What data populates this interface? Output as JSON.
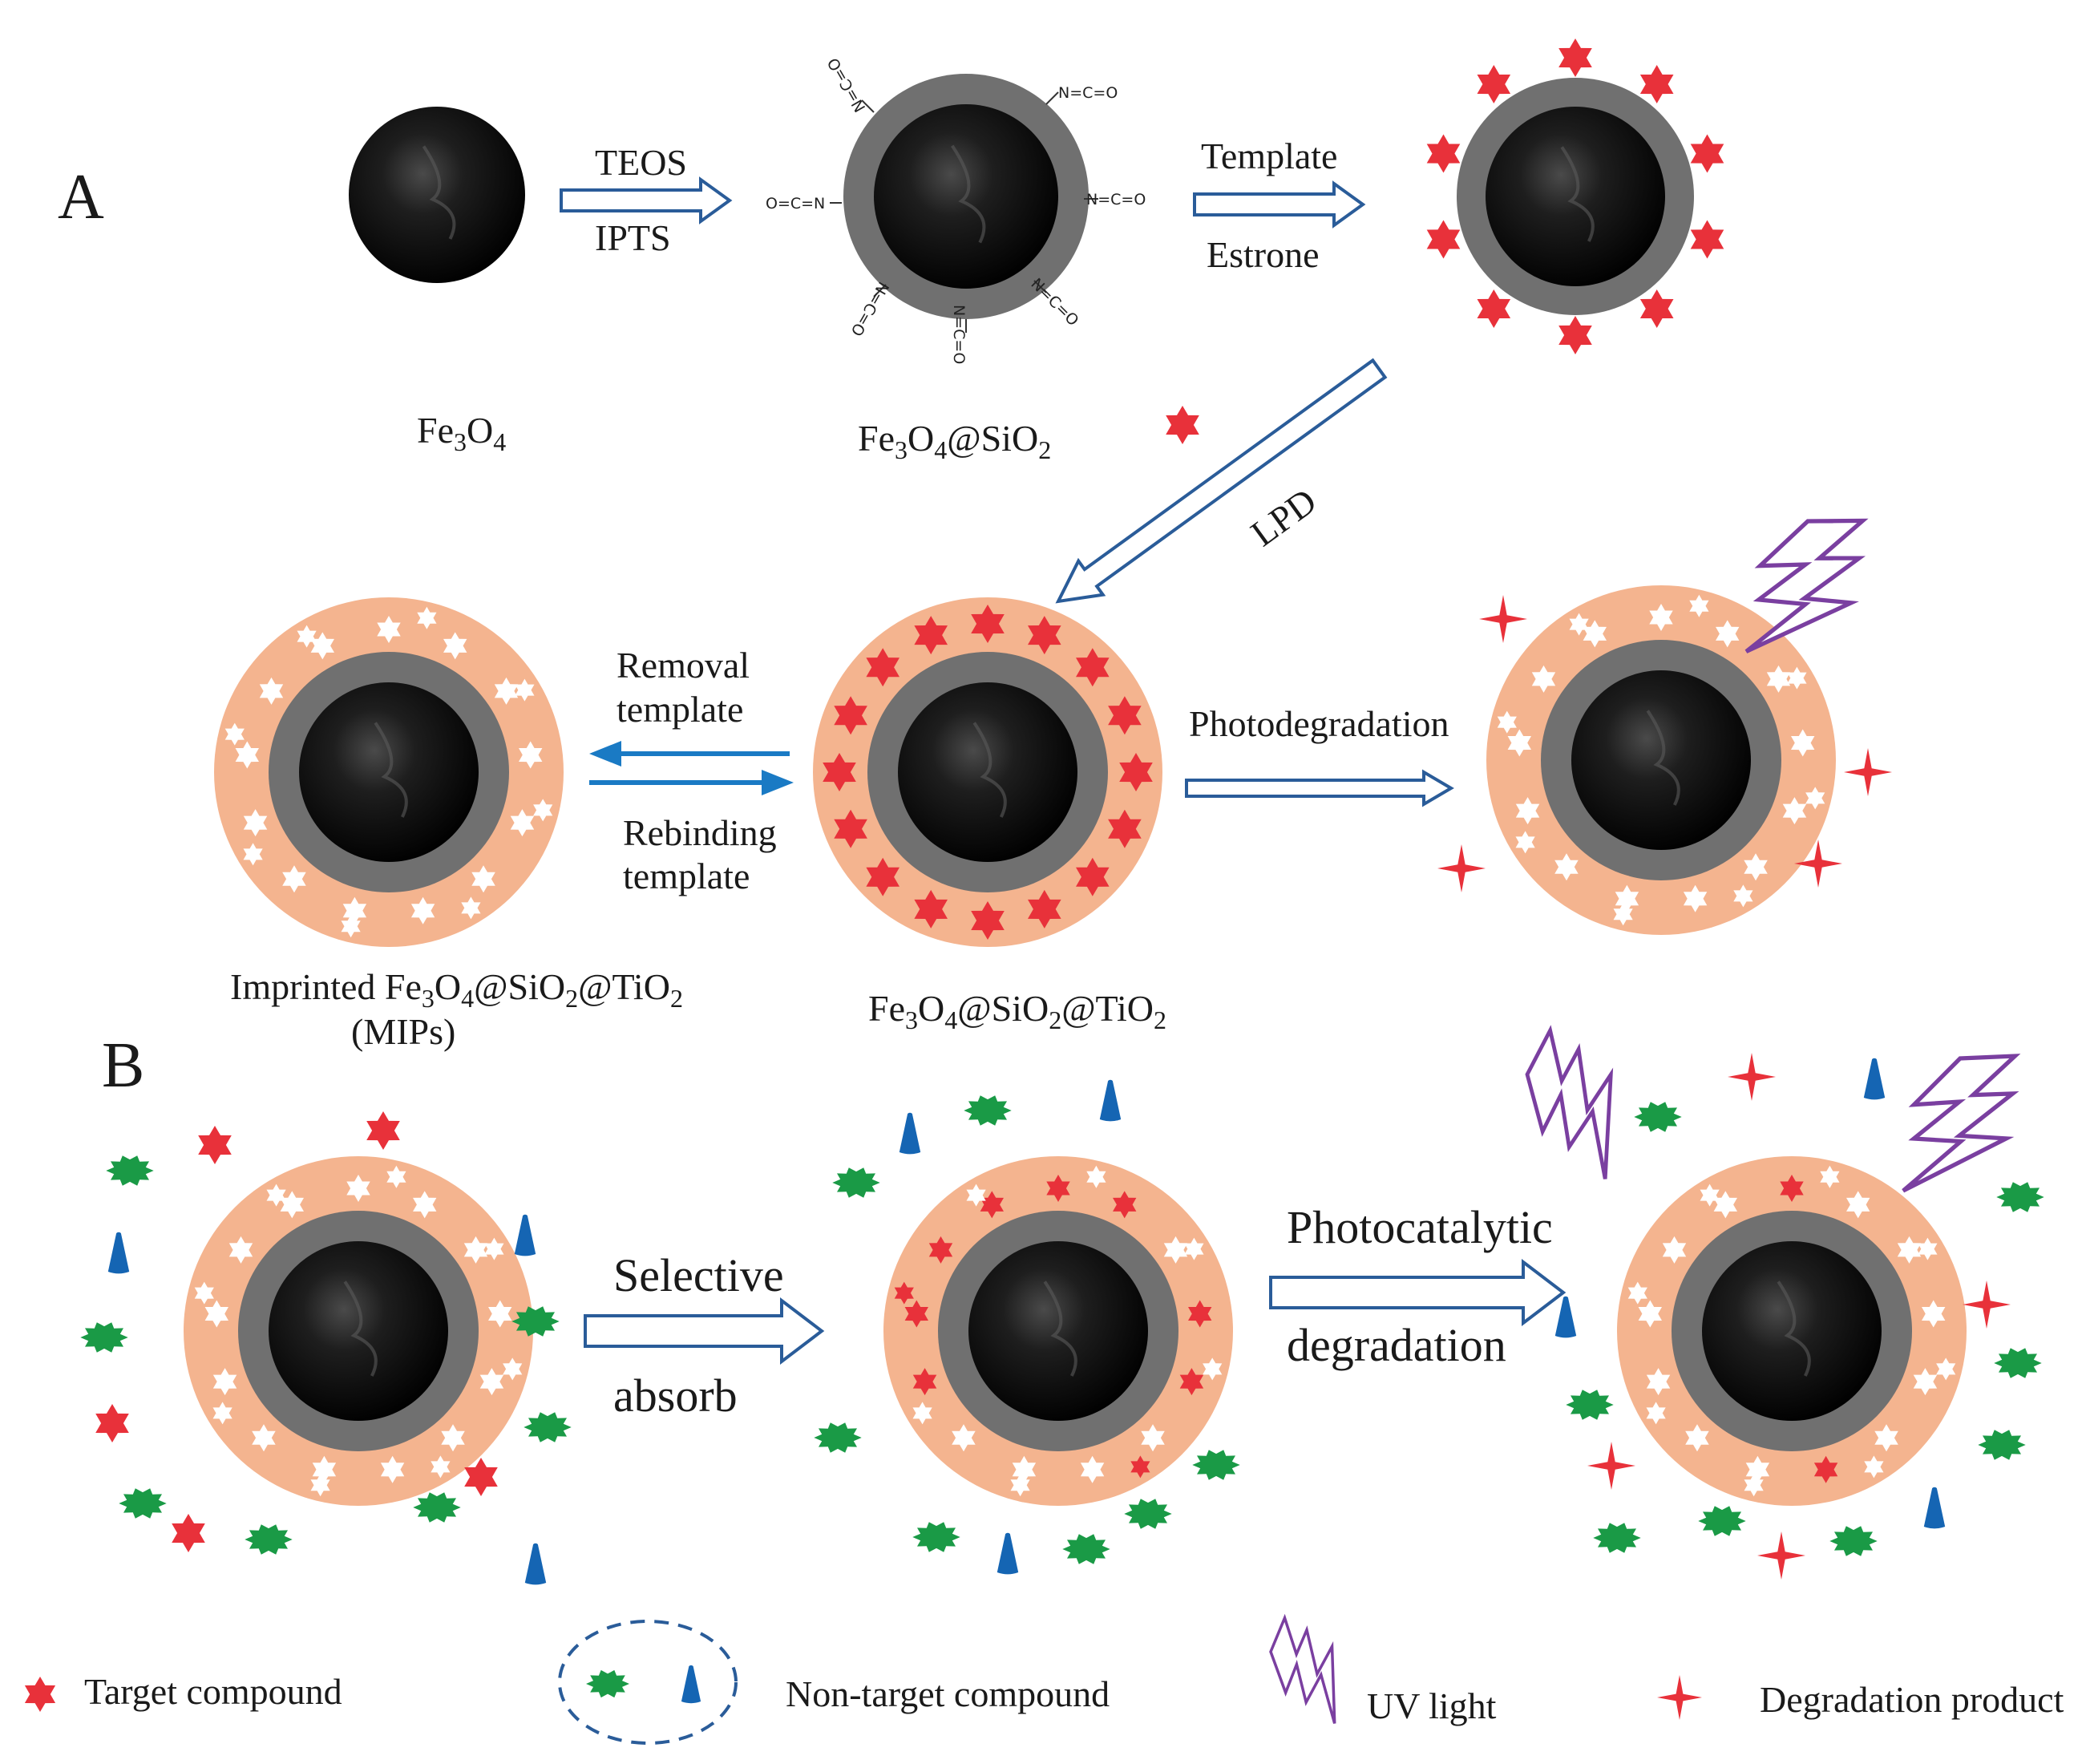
{
  "panels": {
    "a": "A",
    "b": "B"
  },
  "labels": {
    "fe3o4": "Fe3O4",
    "fe3o4_sio2": "Fe3O4@SiO2",
    "fe3o4_sio2_tio2": "Fe3O4@SiO2@TiO2",
    "imprinted_line1": "Imprinted Fe3O4@SiO2@TiO2",
    "imprinted_line2": "(MIPs)"
  },
  "arrows": {
    "teos": "TEOS",
    "ipts": "IPTS",
    "template": "Template",
    "estrone": "Estrone",
    "lpd": "LPD",
    "removal_line1": "Removal",
    "removal_line2": "template",
    "rebinding_line1": "Rebinding",
    "rebinding_line2": "template",
    "photodegradation": "Photodegradation",
    "selective": "Selective",
    "absorb": "absorb",
    "photocatalytic": "Photocatalytic",
    "degradation": "degradation"
  },
  "isocyanate_group": "N=C=O",
  "isocyanate_group_left": "O=C=N",
  "legend": {
    "target": "Target compound",
    "non_target": "Non-target compound",
    "uv": "UV light",
    "product": "Degradation product"
  },
  "colors": {
    "core": "#0d0d0d",
    "silica_shell": "#707070",
    "tio2_shell": "#f4b48f",
    "target_star": "#e8313a",
    "non_target_blob": "#1a9a46",
    "non_target_cone": "#1565b3",
    "uv_bolt": "#7a3fa0",
    "arrow_outline": "#2a5c99",
    "arrow_double": "#1a7ac4"
  },
  "icons": [
    "hexagram-star-icon",
    "four-point-star-icon",
    "green-blob-icon",
    "blue-cone-icon",
    "lightning-bolt-icon"
  ]
}
